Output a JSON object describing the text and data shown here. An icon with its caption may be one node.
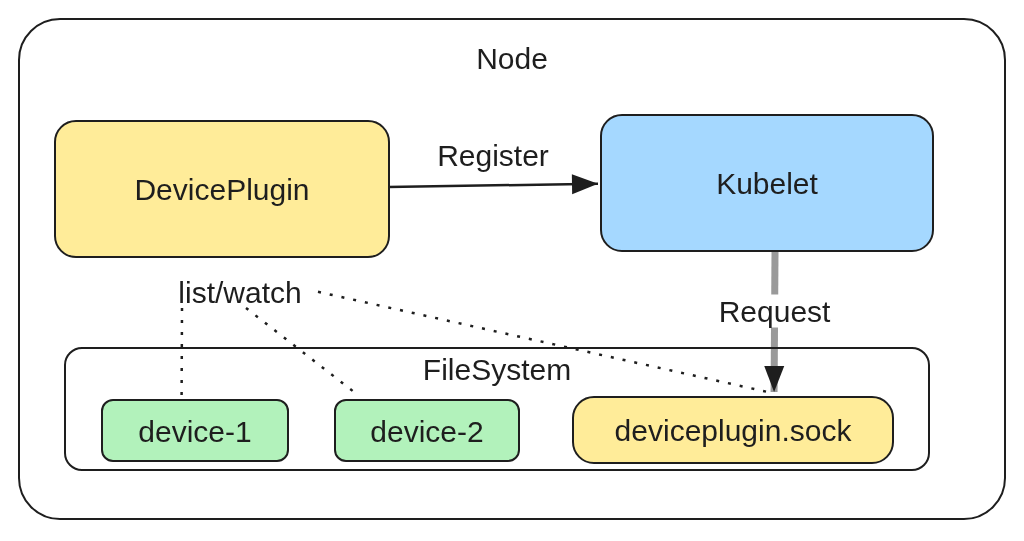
{
  "diagram": {
    "nodes": [
      {
        "text": [
          "Node"
        ]
      },
      {
        "text": [
          "DevicePlugin"
        ],
        "in": 0
      },
      {
        "text": [
          "Kubelet"
        ],
        "in": 0
      },
      {
        "text": [
          "list/watch"
        ],
        "in": 0
      },
      {
        "text": [
          "FileSystem"
        ],
        "in": 0
      },
      {
        "text": [
          "device-1"
        ],
        "in": 4
      },
      {
        "text": [
          "device-2"
        ],
        "in": 4
      },
      {
        "text": [
          "deviceplugin.sock"
        ],
        "in": 4
      }
    ],
    "edges": [
      {
        "from": 1,
        "to": 2,
        "arrow": "to",
        "label": "Register"
      },
      {
        "from": 2,
        "to": 7,
        "arrow": "to",
        "label": "Request",
        "color": "#9a9a9a",
        "style": "thick"
      },
      {
        "from": 3,
        "to": 5,
        "arrow": "none",
        "style": "dashed"
      },
      {
        "from": 3,
        "to": 6,
        "arrow": "none",
        "style": "dashed"
      },
      {
        "from": 3,
        "to": 7,
        "arrow": "none",
        "style": "dashed"
      }
    ]
  }
}
